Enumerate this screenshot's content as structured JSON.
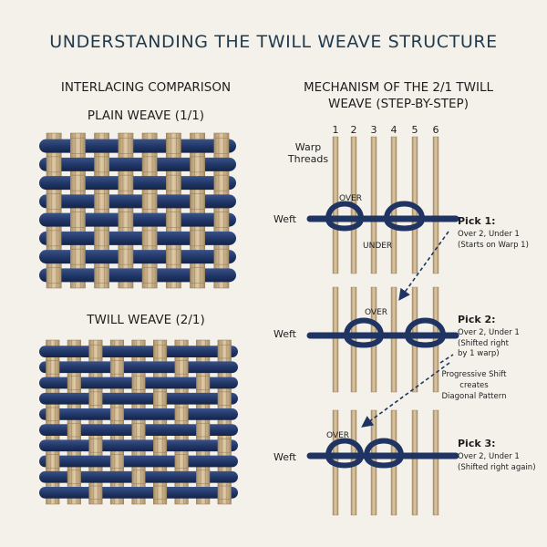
{
  "title": "UNDERSTANDING THE TWILL WEAVE STRUCTURE",
  "left": {
    "heading": "INTERLACING COMPARISON",
    "plain_label": "PLAIN WEAVE (1/1)",
    "twill_label": "TWILL WEAVE (2/1)"
  },
  "right": {
    "heading_line1": "MECHANISM OF THE 2/1 TWILL",
    "heading_line2": "WEAVE (STEP-BY-STEP)",
    "warp_numbers": [
      "1",
      "2",
      "3",
      "4",
      "5",
      "6"
    ],
    "warp_label_line1": "Warp",
    "warp_label_line2": "Threads",
    "weft_label": "Weft",
    "over_label": "OVER",
    "under_label": "UNDER",
    "pick1": {
      "title": "Pick 1:",
      "desc": "Over 2, Under 1",
      "note": "(Starts on Warp 1)"
    },
    "pick2": {
      "title": "Pick 2:",
      "desc": "Over 2, Under 1",
      "note1": "(Shifted right",
      "note2": "by 1 warp)"
    },
    "pick3": {
      "title": "Pick 3:",
      "desc": "Over 2, Under 1",
      "note": "(Shifted right again)"
    },
    "shift_line1": "Progressive Shift",
    "shift_line2": "creates",
    "shift_line3": "Diagonal Pattern"
  },
  "colors": {
    "navy": "#1f3462",
    "tan": "#cbb38c",
    "title": "#1f3a4e",
    "background": "#f4f1ea"
  }
}
